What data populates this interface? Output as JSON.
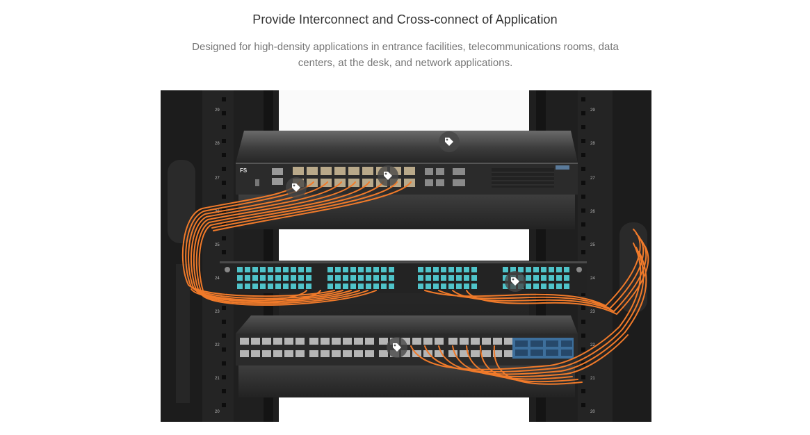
{
  "heading": {
    "title": "Provide Interconnect and Cross-connect of Application",
    "description": "Designed for high-density applications in entrance facilities, telecommunications rooms, data centers, at the desk, and network applications."
  },
  "image": {
    "brand": "FS",
    "rack_units_left": [
      "29",
      "28",
      "27",
      "26",
      "25",
      "24",
      "23",
      "22",
      "21",
      "20"
    ],
    "rack_units_right": [
      "29",
      "28",
      "27",
      "26",
      "25",
      "24",
      "23",
      "22",
      "21",
      "20"
    ],
    "hotspots": [
      "product-tag-switch-top",
      "product-tag-switch-ports",
      "product-tag-patch-cables",
      "product-tag-cassette",
      "product-tag-bottom-switch"
    ],
    "colors": {
      "cable": "#f07a2a",
      "port_aqua": "#4fc3c9",
      "rack": "#1e1e1e",
      "panel": "#2a2a2a"
    }
  }
}
